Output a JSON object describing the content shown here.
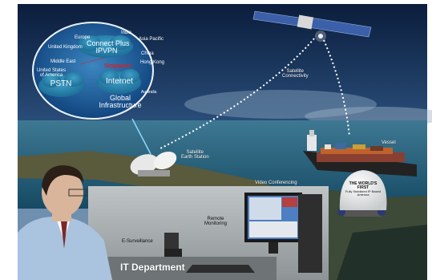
{
  "globe": {
    "regions": {
      "europe": "Europe",
      "india": "India",
      "asia_pacific": "Asia Pacific",
      "united_kingdom": "United Kingdom",
      "middle_east": "Middle East",
      "china": "China",
      "hong_kong": "Hong Kong",
      "usa": "United States of America",
      "australia": "Australia"
    },
    "clouds": {
      "ipvpn_line1": "Connect Plus",
      "ipvpn_line2": "IPVPN",
      "singapore": "Singapore",
      "pstn": "PSTN",
      "internet": "Internet"
    },
    "title_line1": "Global",
    "title_line2": "Infrastructure"
  },
  "labels": {
    "satellite_connectivity_1": "Satellite",
    "satellite_connectivity_2": "Connectivity",
    "vessel": "Vessel",
    "earth_station_1": "Satellite",
    "earth_station_2": "Earth Station",
    "video_conferencing": "Video Conferencing",
    "remote_monitoring_1": "Remote",
    "remote_monitoring_2": "Monitoring",
    "e_surveillance": "E-Surveillance",
    "it_department": "IT Department",
    "dome_line1": "THE WORLD'S FIRST",
    "dome_line2": "Fully Stabilized IP Based Antenna"
  },
  "colors": {
    "sky_top": "#0b1d3c",
    "sea": "#1f5a7a",
    "accent_red": "#d6202a"
  }
}
